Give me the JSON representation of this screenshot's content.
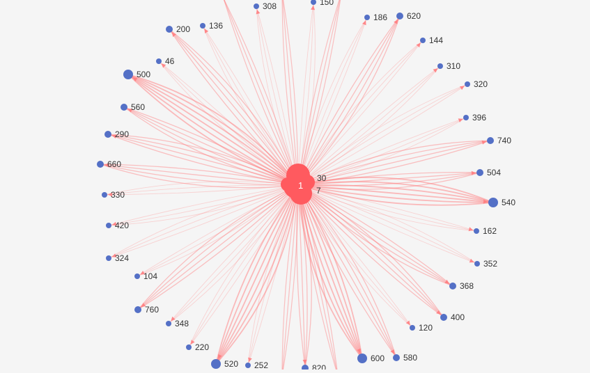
{
  "chart_data": {
    "type": "graph",
    "layout": "radial",
    "center_nodes": [
      {
        "label": "1"
      },
      {
        "label": "30"
      },
      {
        "label": "7"
      }
    ],
    "nodes": [
      {
        "label": "308",
        "weight": 1
      },
      {
        "label": "150",
        "weight": 1
      },
      {
        "label": "186",
        "weight": 1
      },
      {
        "label": "620",
        "weight": 2
      },
      {
        "label": "144",
        "weight": 1
      },
      {
        "label": "310",
        "weight": 1
      },
      {
        "label": "320",
        "weight": 1
      },
      {
        "label": "396",
        "weight": 1
      },
      {
        "label": "740",
        "weight": 2
      },
      {
        "label": "504",
        "weight": 2
      },
      {
        "label": "540",
        "weight": 3
      },
      {
        "label": "162",
        "weight": 1
      },
      {
        "label": "352",
        "weight": 1
      },
      {
        "label": "368",
        "weight": 2
      },
      {
        "label": "400",
        "weight": 2
      },
      {
        "label": "120",
        "weight": 1
      },
      {
        "label": "580",
        "weight": 2
      },
      {
        "label": "600",
        "weight": 3
      },
      {
        "label": "820",
        "weight": 2
      },
      {
        "label": "252",
        "weight": 1
      },
      {
        "label": "520",
        "weight": 3
      },
      {
        "label": "220",
        "weight": 1
      },
      {
        "label": "348",
        "weight": 1
      },
      {
        "label": "760",
        "weight": 2
      },
      {
        "label": "104",
        "weight": 1
      },
      {
        "label": "324",
        "weight": 1
      },
      {
        "label": "420",
        "weight": 1
      },
      {
        "label": "330",
        "weight": 1
      },
      {
        "label": "660",
        "weight": 2
      },
      {
        "label": "290",
        "weight": 2
      },
      {
        "label": "560",
        "weight": 2
      },
      {
        "label": "500",
        "weight": 3
      },
      {
        "label": "46",
        "weight": 1
      },
      {
        "label": "200",
        "weight": 2
      },
      {
        "label": "136",
        "weight": 1
      }
    ],
    "colors": {
      "background": "#f5f5f5",
      "node": "#5470c6",
      "center": "#ff5a5f",
      "edge": "#ff7d7f",
      "label": "#333333"
    }
  }
}
